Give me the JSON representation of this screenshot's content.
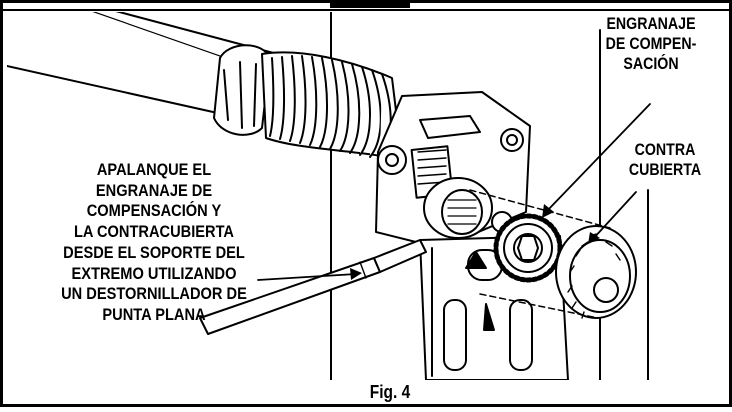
{
  "labels": {
    "pry_instruction": [
      "APALANQUE EL",
      "ENGRANAJE DE",
      "COMPENSACIÓN Y",
      "LA CONTRACUBIERTA",
      "DESDE EL SOPORTE DEL",
      "EXTREMO UTILIZANDO",
      "UN DESTORNILLADOR DE",
      "PUNTA PLANA"
    ],
    "compensation_gear": [
      "ENGRANAJE",
      "DE COMPEN-",
      "SACIÓN"
    ],
    "counter_cover": [
      "CONTRA",
      "CUBIERTA"
    ]
  },
  "caption": "Fig. 4",
  "colors": {
    "line": "#000000",
    "background": "#ffffff"
  }
}
